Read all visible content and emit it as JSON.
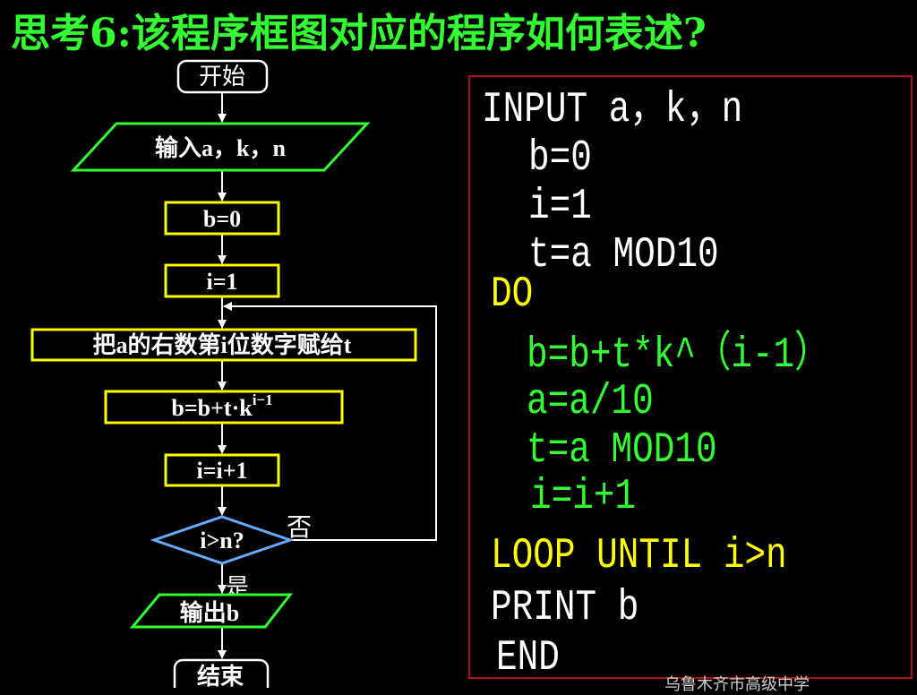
{
  "title": "思考6:该程序框图对应的程序如何表述?",
  "flowchart": {
    "start": "开始",
    "input": "输入a，k，n",
    "b0": "b=0",
    "i1": "i=1",
    "digit": "把a的右数第i位数字赋给t",
    "update_base": "b=b+t·k",
    "update_exp": "i−1",
    "inc": "i=i+1",
    "cond": "i>n?",
    "no": "否",
    "yes": "是",
    "output": "输出b",
    "end": "结束"
  },
  "code": {
    "line1": "INPUT a，k，n",
    "line2": "b=0",
    "line3": "i=1",
    "line4": "t=a MOD10",
    "line5": "DO",
    "line6": "b=b+t*k^（i-1）",
    "line7": "a=a/10",
    "line8": "t=a MOD10",
    "line9": "i=i+1",
    "line10": "LOOP  UNTIL i>n",
    "line11": "PRINT  b",
    "line12": "END"
  },
  "footer": "乌鲁木齐市高级中学",
  "colors": {
    "background": "#000000",
    "title": "#33ff33",
    "terminal_border": "#ffffff",
    "io_border": "#33ff33",
    "process_border": "#ffff00",
    "decision_border": "#66aaff",
    "panel_border": "#b01010",
    "code_white": "#ffffff",
    "code_yellow": "#ffff00",
    "code_green": "#33ff33"
  }
}
